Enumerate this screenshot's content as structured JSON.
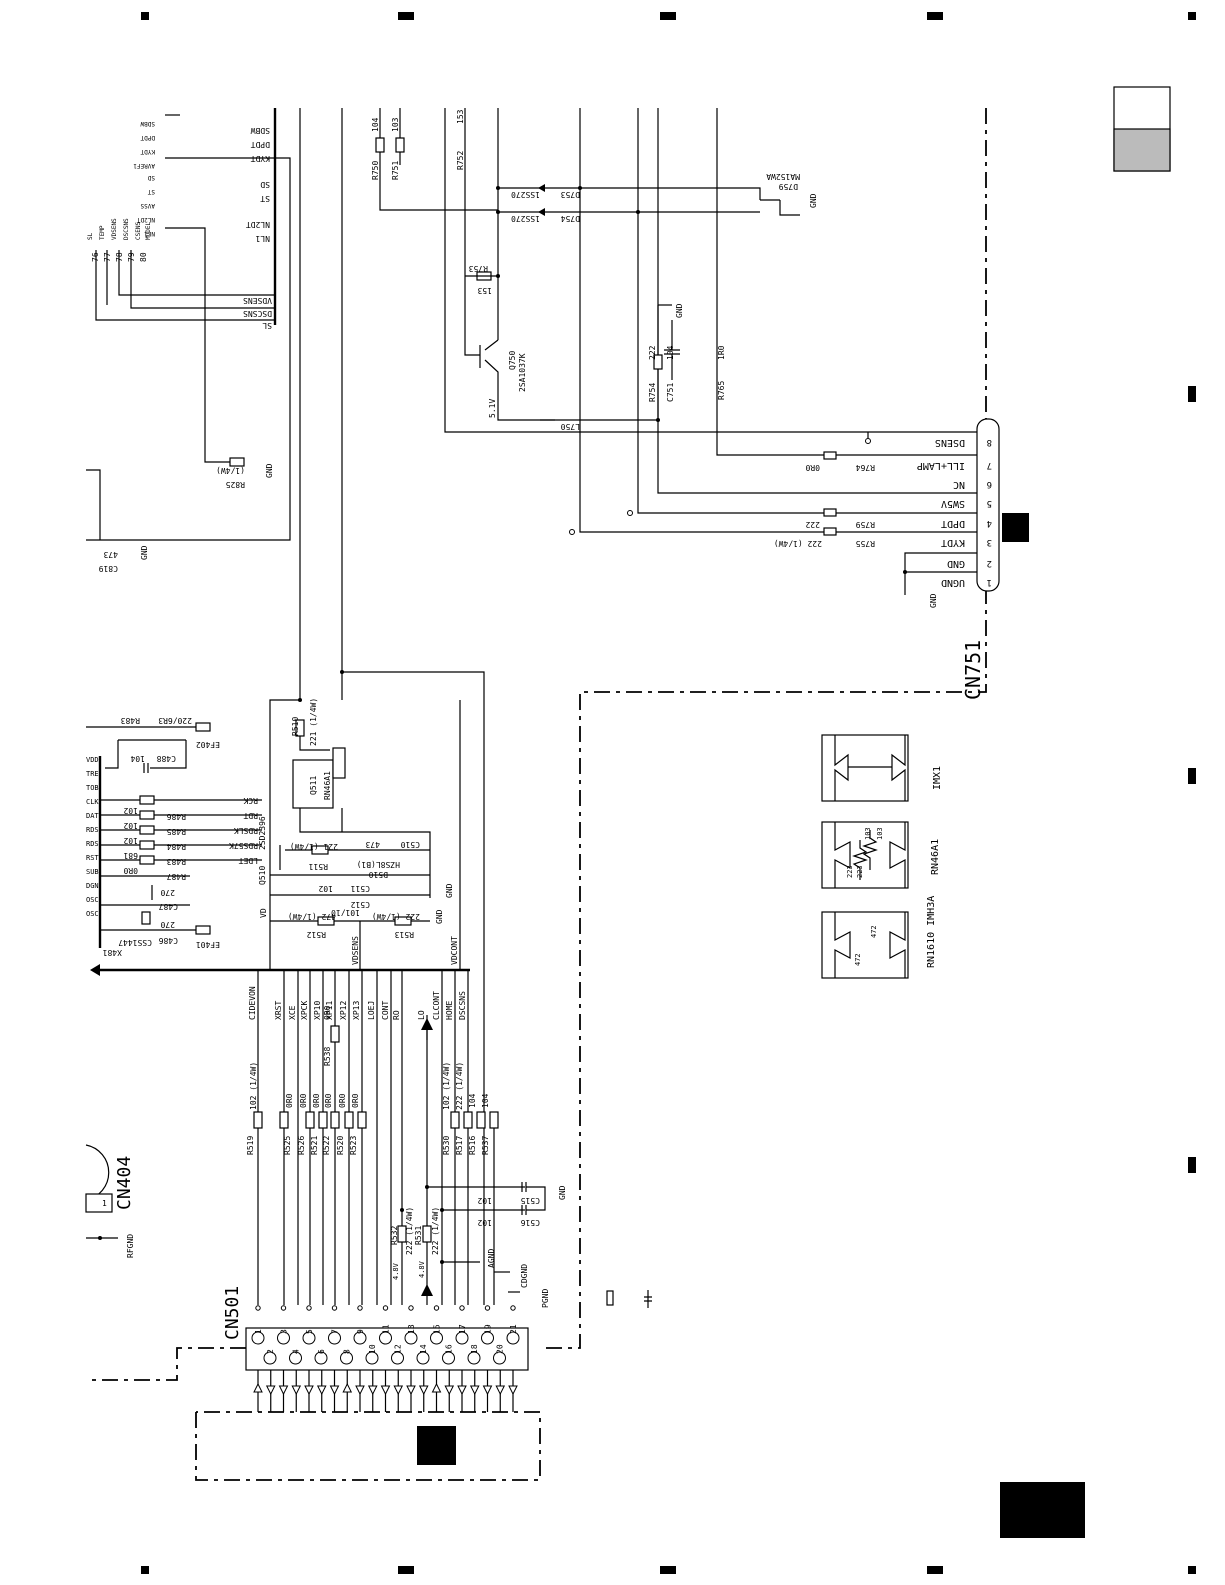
{
  "connectors": {
    "cn751": {
      "ref": "CN751",
      "pins": [
        {
          "num": "8",
          "name": "DSENS"
        },
        {
          "num": "7",
          "name": "ILL+LAMP"
        },
        {
          "num": "6",
          "name": "NC"
        },
        {
          "num": "5",
          "name": "SW5V"
        },
        {
          "num": "4",
          "name": "DPDT"
        },
        {
          "num": "3",
          "name": "KYDT"
        },
        {
          "num": "2",
          "name": "GND"
        },
        {
          "num": "1",
          "name": "UGND"
        }
      ]
    },
    "cn501": {
      "ref": "CN501",
      "odd_pins": [
        "1",
        "3",
        "5",
        "7",
        "9",
        "11",
        "13",
        "15",
        "17",
        "19",
        "21"
      ],
      "even_pins": [
        "2",
        "4",
        "6",
        "8",
        "10",
        "12",
        "14",
        "16",
        "18",
        "20"
      ]
    },
    "cn404": {
      "ref": "CN404",
      "pin": "1",
      "net": "RFGND"
    }
  },
  "nets": {
    "upper_left_labels": [
      "SDBW",
      "DPDT",
      "KYDT",
      "AVREF1",
      "SD",
      "ST",
      "AVSS",
      "NL2DT",
      "NL1"
    ],
    "upper_right_labels": [
      "SDBW",
      "DPDT",
      "KYDT",
      "SD",
      "ST",
      "NL2DT",
      "NL1"
    ],
    "vertical_short": [
      "SL",
      "TEMP",
      "VDSENS",
      "DSCSNS",
      "CSENS",
      "MODEL"
    ],
    "pin_numbers": [
      "76",
      "77",
      "78",
      "79",
      "80"
    ],
    "sense_bus": [
      "VDSENS",
      "DSCSNS",
      "SL"
    ],
    "left_chip_pins": [
      "VDD",
      "TRE",
      "TOB",
      "CLK",
      "DAT",
      "RDS",
      "RDS",
      "RST",
      "SUB",
      "DGN",
      "OSC",
      "OSC"
    ],
    "rds_nets": [
      "RCK",
      "RDT",
      "RDSLK",
      "RDS57K",
      "LDET"
    ],
    "cn501_signals": [
      "CIDEVON",
      "XRST",
      "XCE",
      "XPCK",
      "XP10",
      "XP11",
      "XP12",
      "XP13",
      "LOEJ",
      "CONT",
      "RO",
      "LO",
      "CLCONT",
      "HOME",
      "DSCSNS"
    ],
    "vd": "VD",
    "vdcont": "VDCONT",
    "vdsens": "VDSENS",
    "v51": "5.1V",
    "v48a": "4.8V",
    "v48b": "4.8V",
    "agnd": "AGND",
    "cdgnd": "CDGND",
    "pgnd": "PGND",
    "gnd": "GND"
  },
  "components": {
    "r750": {
      "ref": "R750",
      "val": "104"
    },
    "r751": {
      "ref": "R751",
      "val": "103"
    },
    "r752": {
      "ref": "R752",
      "val": "153"
    },
    "r753": {
      "ref": "R753",
      "val": "153"
    },
    "r754": {
      "ref": "R754",
      "val": "222"
    },
    "c751": {
      "ref": "C751",
      "val": "104"
    },
    "r765": {
      "ref": "R765",
      "val": "1R0"
    },
    "q750": {
      "ref": "Q750",
      "val": "2SA1037K"
    },
    "l750": {
      "ref": "L750"
    },
    "d753": {
      "ref": "D753",
      "val": "1SS270"
    },
    "d754": {
      "ref": "D754",
      "val": "1SS270"
    },
    "d759": {
      "ref": "D759",
      "val": "MA152WA"
    },
    "r764": {
      "ref": "R764",
      "val": "0R0"
    },
    "r759": {
      "ref": "R759",
      "val": "222"
    },
    "r755": {
      "ref": "R755",
      "val": "222 (1/4W)"
    },
    "r825": {
      "ref": "R825",
      "val": "(1/4W)"
    },
    "c819": {
      "ref": "C819",
      "val": "473"
    },
    "c488": {
      "ref": "C488",
      "val": "104"
    },
    "r483": {
      "ref": "R483",
      "val": "220/6R3"
    },
    "ef402": {
      "ref": "EF402"
    },
    "ef401": {
      "ref": "EF401"
    },
    "r486": {
      "ref": "R486",
      "val": "102"
    },
    "r485": {
      "ref": "R485",
      "val": "102"
    },
    "r484": {
      "ref": "R484",
      "val": "102"
    },
    "r483b": {
      "ref": "R483",
      "val": "681"
    },
    "r487": {
      "ref": "R487",
      "val": "0R0"
    },
    "c487": {
      "ref": "C487",
      "val": "270"
    },
    "c486": {
      "ref": "C486",
      "val": "270"
    },
    "x481": {
      "ref": "X481",
      "val": "CSS1447"
    },
    "r510": {
      "ref": "R510",
      "val": "221 (1/4W)"
    },
    "q511": {
      "ref": "Q511",
      "val": "RN46A1"
    },
    "q510": {
      "ref": "Q510",
      "val": "2SD2396"
    },
    "r511": {
      "ref": "R511",
      "val": "221 (1/4W)"
    },
    "c510": {
      "ref": "C510",
      "val": "473"
    },
    "d510": {
      "ref": "D510",
      "val": "HZS8L(B1)"
    },
    "c511": {
      "ref": "C511",
      "val": "102"
    },
    "c512": {
      "ref": "C512",
      "val": "101/10"
    },
    "r512": {
      "ref": "R512",
      "val": "472 (1/4W)"
    },
    "r513": {
      "ref": "R513",
      "val": "222 (1/4W)"
    },
    "r519": {
      "ref": "R519",
      "val": "102 (1/4W)"
    },
    "r525": {
      "ref": "R525",
      "val": "0R0"
    },
    "r526": {
      "ref": "R526",
      "val": "0R0"
    },
    "r521": {
      "ref": "R521",
      "val": "0R0"
    },
    "r522": {
      "ref": "R522",
      "val": "0R0"
    },
    "r520": {
      "ref": "R520",
      "val": "0R0"
    },
    "r523": {
      "ref": "R523",
      "val": "0R0"
    },
    "r538": {
      "ref": "R538",
      "val": "0R0"
    },
    "r530": {
      "ref": "R530",
      "val": "102 (1/4W)"
    },
    "r517": {
      "ref": "R517",
      "val": "222 (1/4W)"
    },
    "r516": {
      "ref": "R516",
      "val": "104"
    },
    "r537": {
      "ref": "R537",
      "val": "104"
    },
    "c515": {
      "ref": "C515",
      "val": "102"
    },
    "c516": {
      "ref": "C516",
      "val": "102"
    },
    "r532": {
      "ref": "R532",
      "val": "222 (1/4W)"
    },
    "r531": {
      "ref": "R531",
      "val": "222 (1/4W)"
    }
  },
  "ic_legends": [
    {
      "name": "IMX1"
    },
    {
      "name": "RN46A1",
      "values": [
        "223",
        "223",
        "103",
        "103"
      ]
    },
    {
      "name": "RN1610 IMH3A",
      "values": [
        "472",
        "472"
      ]
    }
  ]
}
